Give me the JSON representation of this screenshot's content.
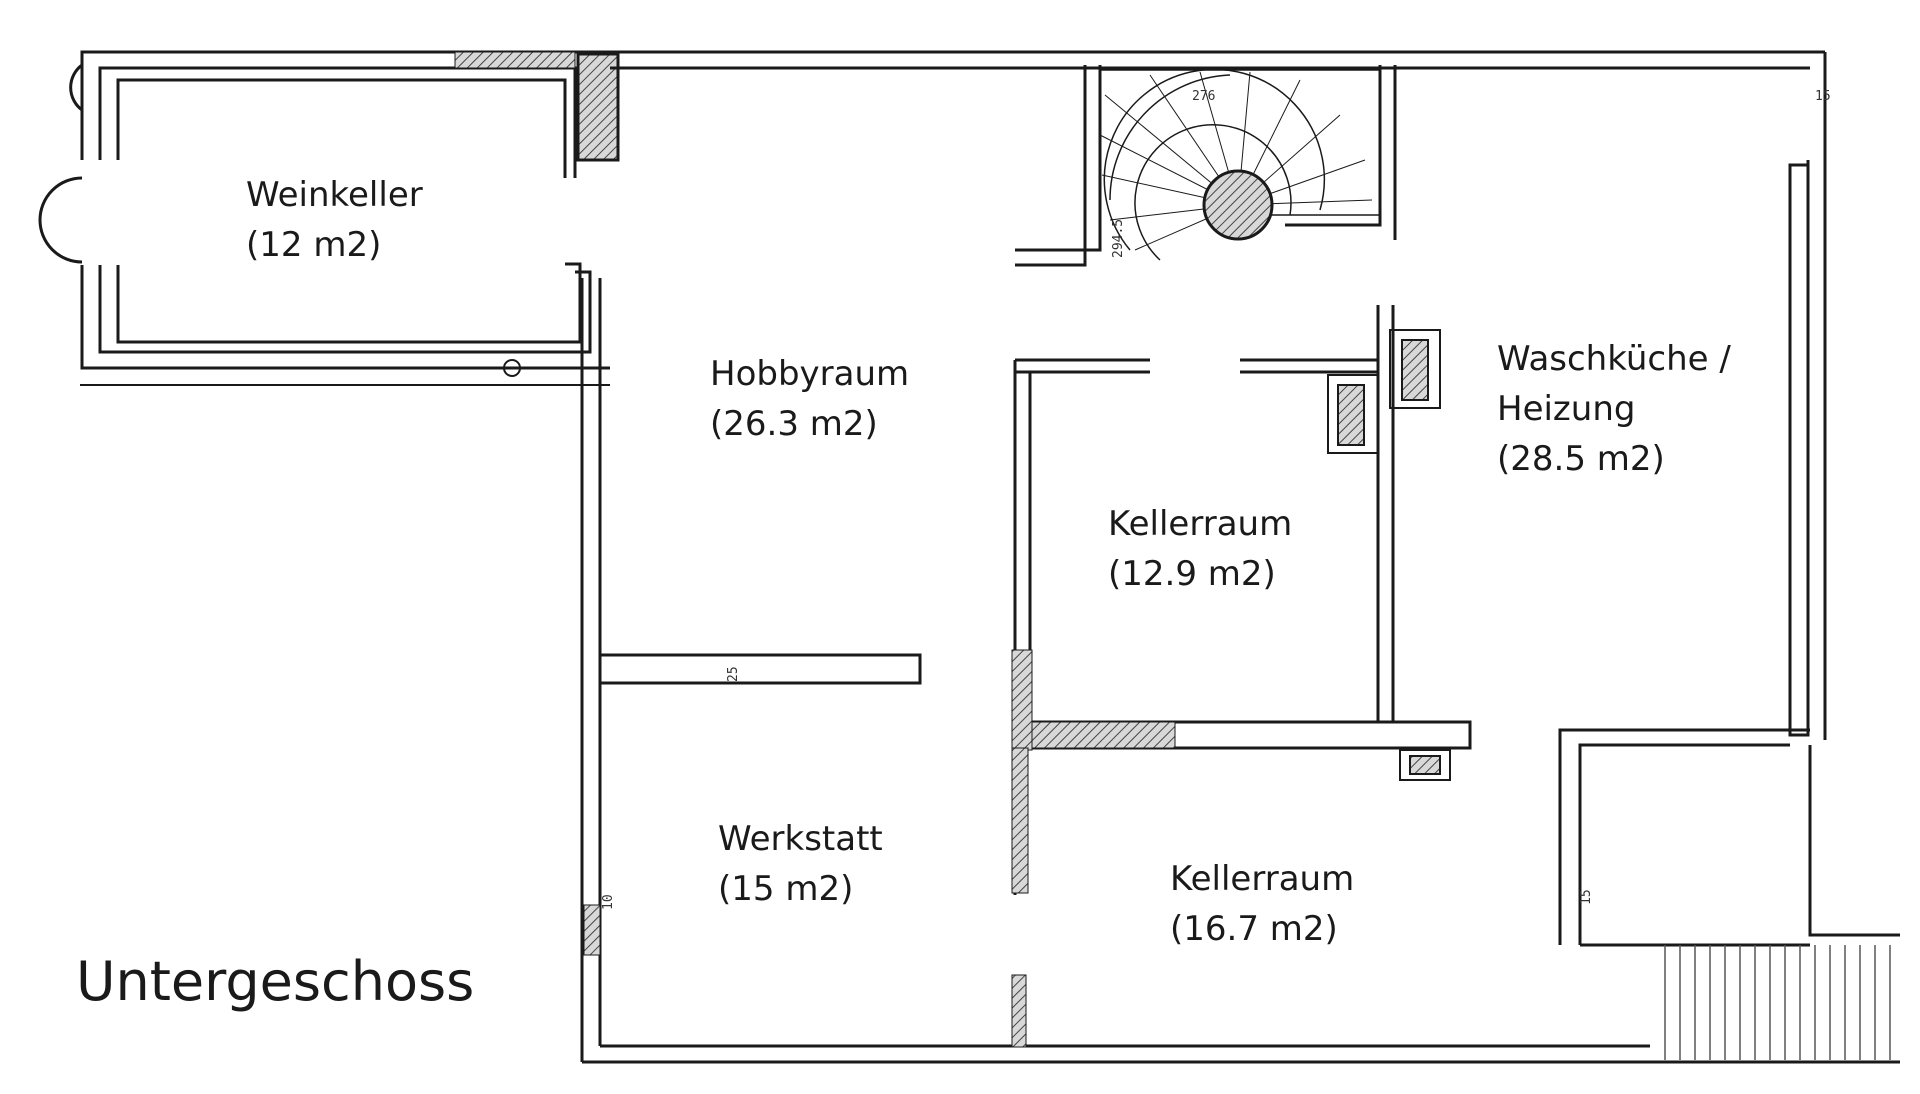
{
  "floor_title": "Untergeschoss",
  "rooms": {
    "weinkeller": {
      "name": "Weinkeller",
      "area": "(12 m2)"
    },
    "hobbyraum": {
      "name": "Hobbyraum",
      "area": "(26.3 m2)"
    },
    "kellerraum_1": {
      "name": "Kellerraum",
      "area": "(12.9 m2)"
    },
    "waschkueche": {
      "name_line1": "Waschküche /",
      "name_line2": "Heizung",
      "area": "(28.5 m2)"
    },
    "werkstatt": {
      "name": "Werkstatt",
      "area": "(15 m2)"
    },
    "kellerraum_2": {
      "name": "Kellerraum",
      "area": "(16.7 m2)"
    }
  },
  "dimensions": {
    "stair_width": "276",
    "stair_depth": "294.5",
    "wall_25": "25",
    "wall_15_top": "15",
    "wall_15_right": "15",
    "wall_10": "10"
  },
  "colors": {
    "ink": "#1a1a1a",
    "hatch": "#555555",
    "paper": "#ffffff"
  }
}
